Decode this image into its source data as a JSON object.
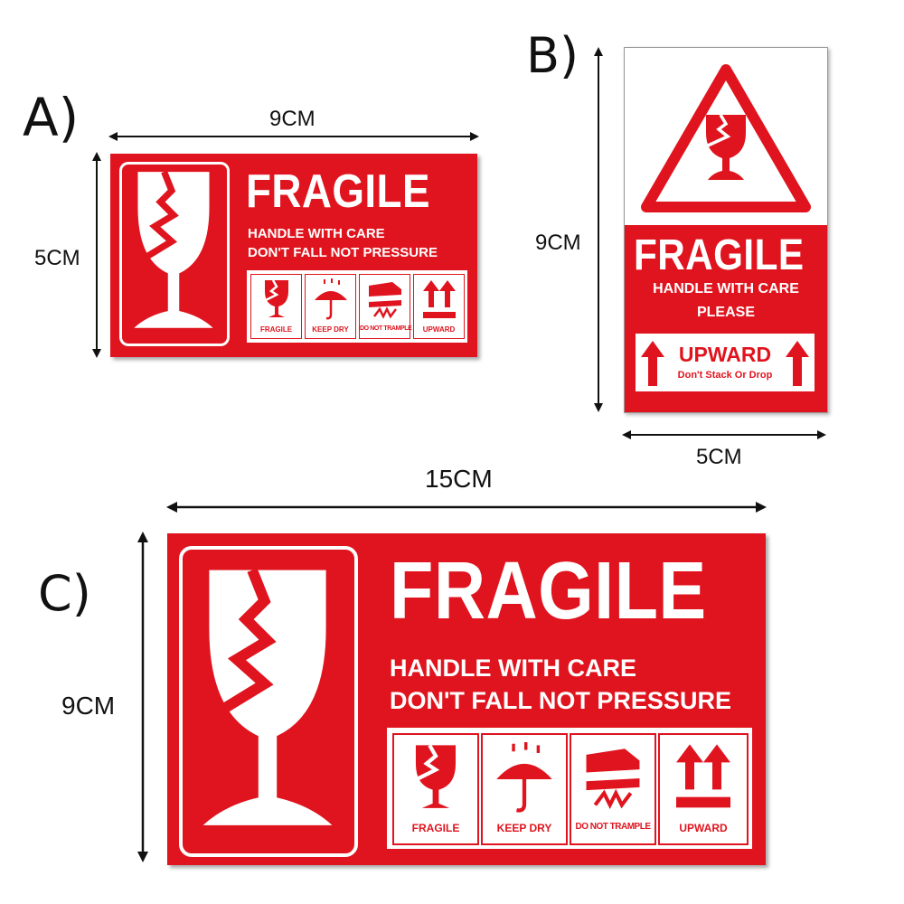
{
  "options": {
    "a": {
      "letter": "A)",
      "width_label": "9CM",
      "height_label": "5CM"
    },
    "b": {
      "letter": "B)",
      "width_label": "5CM",
      "height_label": "9CM"
    },
    "c": {
      "letter": "C)",
      "width_label": "15CM",
      "height_label": "9CM"
    }
  },
  "label": {
    "title": "FRAGILE",
    "line1": "HANDLE WITH CARE",
    "line2": "DON'T FALL NOT PRESSURE",
    "please": "PLEASE",
    "upward_title": "UPWARD",
    "upward_sub": "Don't Stack Or Drop"
  },
  "icons": [
    {
      "name": "fragile-glass-icon",
      "caption": "FRAGILE"
    },
    {
      "name": "umbrella-rain-icon",
      "caption": "KEEP DRY"
    },
    {
      "name": "trample-shoe-icon",
      "caption": "DO NOT TRAMPLE"
    },
    {
      "name": "upward-arrows-icon",
      "caption": "UPWARD"
    }
  ],
  "colors": {
    "label_red": "#e0141e",
    "text_dark": "#111111",
    "white": "#ffffff"
  }
}
